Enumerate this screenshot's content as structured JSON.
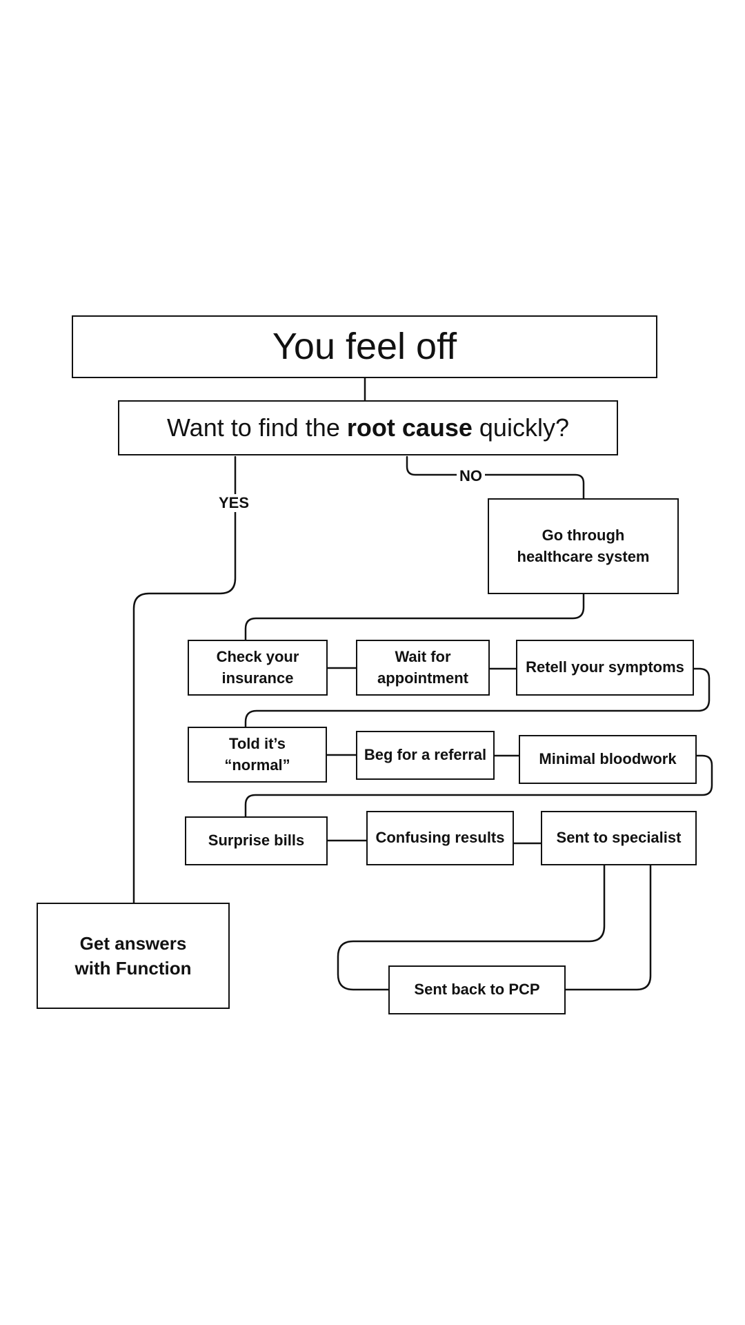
{
  "title": "You feel off",
  "question": {
    "prefix": "Want to find the ",
    "emphasis": "root cause",
    "suffix": " quickly?"
  },
  "branches": {
    "yes_label": "YES",
    "no_label": "NO"
  },
  "yes_path": {
    "result": "Get answers\nwith Function"
  },
  "no_path": {
    "start": "Go through\nhealthcare system",
    "row1": [
      "Check your\ninsurance",
      "Wait for\nappointment",
      "Retell your symptoms"
    ],
    "row2": [
      "Told it’s\n“normal”",
      "Beg for a referral",
      "Minimal bloodwork"
    ],
    "row3": [
      "Surprise bills",
      "Confusing results",
      "Sent to specialist"
    ],
    "loop": "Sent back to PCP"
  }
}
